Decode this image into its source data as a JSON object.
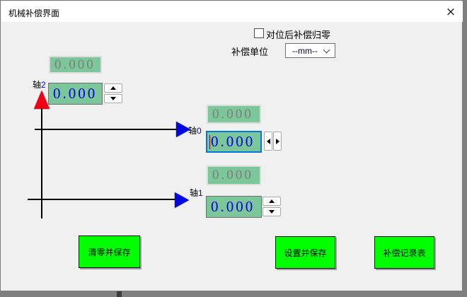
{
  "window": {
    "title": "机械补偿界面",
    "close_glyph": "×"
  },
  "settings": {
    "checkbox_label": "对位后补偿归零",
    "checkbox_checked": false,
    "unit_label": "补偿单位",
    "unit_value": "--mm--"
  },
  "axes": {
    "axis2": {
      "label_char": "轴",
      "label_num": "2",
      "display_value": "0.000",
      "edit_value": "0.000"
    },
    "axis0": {
      "label_char": "轴",
      "label_num": "0",
      "display_value": "0.000",
      "edit_value": "0.000"
    },
    "axis1": {
      "label_char": "轴",
      "label_num": "1",
      "display_value": "0.000",
      "edit_value": "0.000"
    }
  },
  "buttons": {
    "clear_save": "清零并保存",
    "set_save": "设置并保存",
    "record_table": "补偿记录表"
  },
  "colors": {
    "btn-green": "#00ff00",
    "box-green": "#7cc79a",
    "value-blue": "#0000dd",
    "focus-blue": "#0078d7",
    "desktop-gray": "#7f7f7f"
  }
}
